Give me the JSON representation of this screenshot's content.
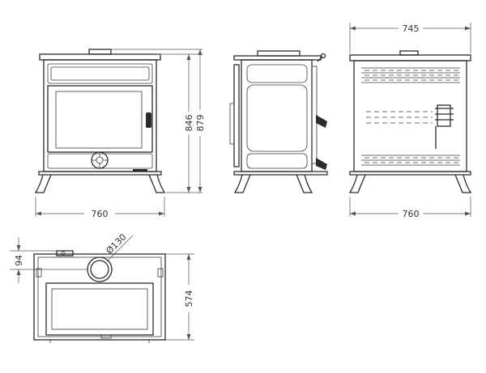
{
  "dimensions": {
    "front_width": "760",
    "height_body": "846",
    "height_total": "879",
    "side_depth": "745",
    "back_width": "760",
    "flue_diameter": "Ø130",
    "flue_offset": "94",
    "top_depth": "574"
  },
  "colors": {
    "line": "#2b2b2b",
    "dimension": "#555555",
    "background": "#ffffff"
  }
}
